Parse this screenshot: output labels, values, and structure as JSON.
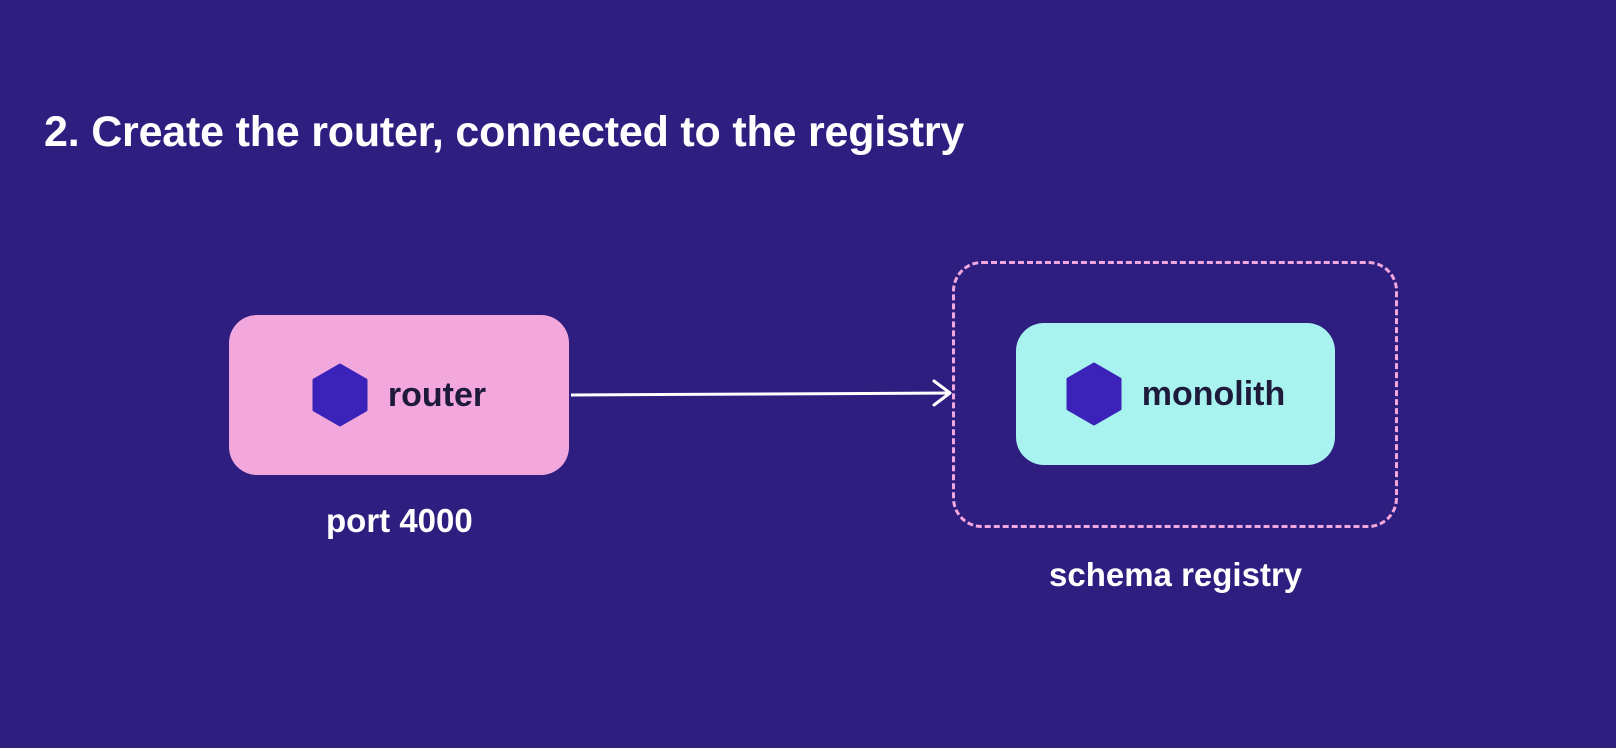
{
  "slide": {
    "title": "2. Create the router, connected to the registry"
  },
  "nodes": {
    "router": {
      "label": "router",
      "caption": "port 4000",
      "icon": "hexagon-icon"
    },
    "monolith": {
      "label": "monolith",
      "icon": "hexagon-icon"
    }
  },
  "registry": {
    "caption": "schema registry"
  },
  "colors": {
    "background": "#2e1e80",
    "router_fill": "#f3a8dd",
    "monolith_fill": "#a8f3ef",
    "hexagon": "#3b22b8",
    "registry_border": "#f3a8dd",
    "arrow": "#ffffff"
  }
}
